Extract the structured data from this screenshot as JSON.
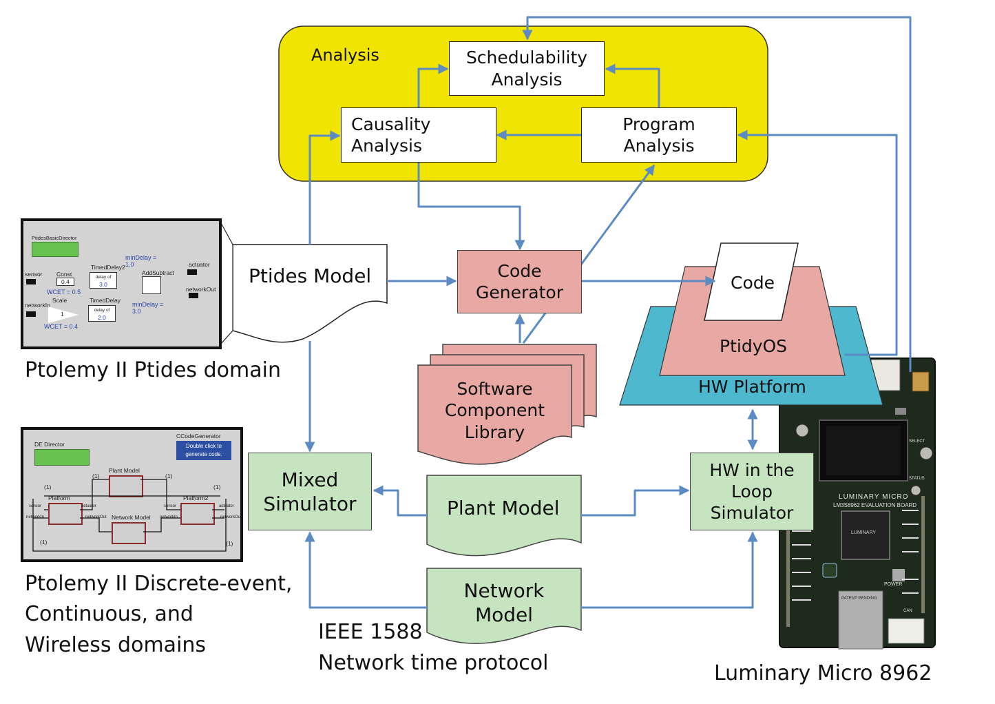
{
  "analysis": {
    "title": "Analysis",
    "schedulability": [
      "Schedulability",
      "Analysis"
    ],
    "causality": [
      "Causality",
      "Analysis"
    ],
    "program": [
      "Program",
      "Analysis"
    ]
  },
  "ptides_model": "Ptides Model",
  "code_generator": [
    "Code",
    "Generator"
  ],
  "software_library": [
    "Software",
    "Component",
    "Library"
  ],
  "platform_stack": {
    "code": "Code",
    "os": "PtidyOS",
    "hw": "HW Platform"
  },
  "mixed_simulator": [
    "Mixed",
    "Simulator"
  ],
  "plant_model": "Plant Model",
  "network_model": [
    "Network",
    "Model"
  ],
  "hil_simulator": [
    "HW in the",
    "Loop",
    "Simulator"
  ],
  "captions": {
    "ptides_domain": "Ptolemy II Ptides domain",
    "de_domain": [
      "Ptolemy II Discrete-event,",
      "Continuous, and",
      "Wireless domains"
    ],
    "ieee": [
      "IEEE 1588",
      "Network time protocol"
    ],
    "board": "Luminary Micro 8962"
  },
  "ptides_thumb": {
    "director": "PtidesBasicDirector",
    "sensor": "sensor",
    "const": "Const",
    "const_val": "0.4",
    "timed_delay2": "TimedDelay2",
    "delay_of": "delay of",
    "delay2_val": "3.0",
    "min_delay_1": [
      "minDelay =",
      "1.0"
    ],
    "add_subtract": "AddSubtract",
    "actuator": "actuator",
    "network_out": "networkOut",
    "wcet_05": "WCET = 0.5",
    "network_in": "networkIn",
    "scale": "Scale",
    "scale_val": "1",
    "timed_delay": "TimedDelay",
    "delay_val": "2.0",
    "min_delay_2": [
      "minDelay =",
      "3.0"
    ],
    "wcet_04": "WCET = 0.4"
  },
  "de_thumb": {
    "director": "DE Director",
    "codegen": "CCodeGenerator",
    "codegen_button": [
      "Double click to",
      "generate code."
    ],
    "plant_model": "Plant Model",
    "platform": "Platform",
    "platform2": "Platform2",
    "network_model": "Network Model",
    "sensor": "sensor",
    "actuator": "actuator",
    "network_in": "networkIn",
    "network_out": "networkOut",
    "one": "(1)"
  },
  "board_text": {
    "brand": "LUMINARY MICRO",
    "model": "LM3S8962 EVALUATION BOARD",
    "chip": "LUMINARY",
    "patent": "PATENT PENDING",
    "power": "POWER",
    "status": "STATUS",
    "select": "SELECT",
    "can": "CAN"
  },
  "colors": {
    "analysis_bg": "#f0e400",
    "arrow": "#5b8bc2",
    "pink": "#e8a8a3",
    "green": "#c7e4c0",
    "hw_platform": "#4eb8cf",
    "board_pcb": "#1e2a1c"
  }
}
